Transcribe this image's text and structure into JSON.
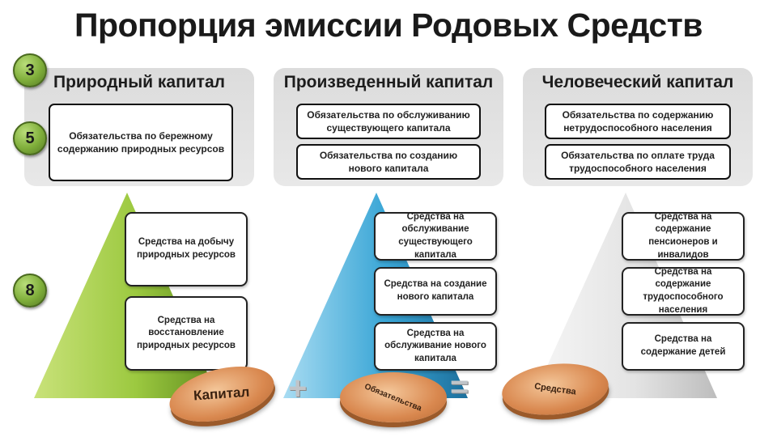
{
  "title": "Пропорция эмиссии Родовых Средств",
  "badges": [
    "3",
    "5",
    "8"
  ],
  "panels": [
    {
      "title": "Природный капитал",
      "obligations": [
        "Обязательства по бережному содержанию природных ресурсов"
      ],
      "funds": [
        "Средства на добычу природных ресурсов",
        "Средства на восстановление природных ресурсов"
      ]
    },
    {
      "title": "Произведенный капитал",
      "obligations": [
        "Обязательства по обслуживанию существующего капитала",
        "Обязательства по созданию нового капитала"
      ],
      "funds": [
        "Средства на обслуживание существующего капитала",
        "Средства на создание нового капитала",
        "Средства на обслуживание нового капитала"
      ]
    },
    {
      "title": "Человеческий капитал",
      "obligations": [
        "Обязательства по содержанию нетрудоспособного населения",
        "Обязательства по оплате труда трудоспособного населения"
      ],
      "funds": [
        "Средства на содержание пенсионеров и инвалидов",
        "Средства на содержание трудоспособного населения",
        "Средства на содержание детей"
      ]
    }
  ],
  "formula": {
    "coin1": "Капитал",
    "plus": "+",
    "coin2": "Обязательства",
    "equals": "=",
    "coin3": "Средства"
  },
  "colors": {
    "pyramid_green": "#8cbf3a",
    "pyramid_blue": "#3aa6d6",
    "pyramid_grey": "#e2e2e2",
    "coin": "#d9884f",
    "badge": "#7fae3a"
  }
}
